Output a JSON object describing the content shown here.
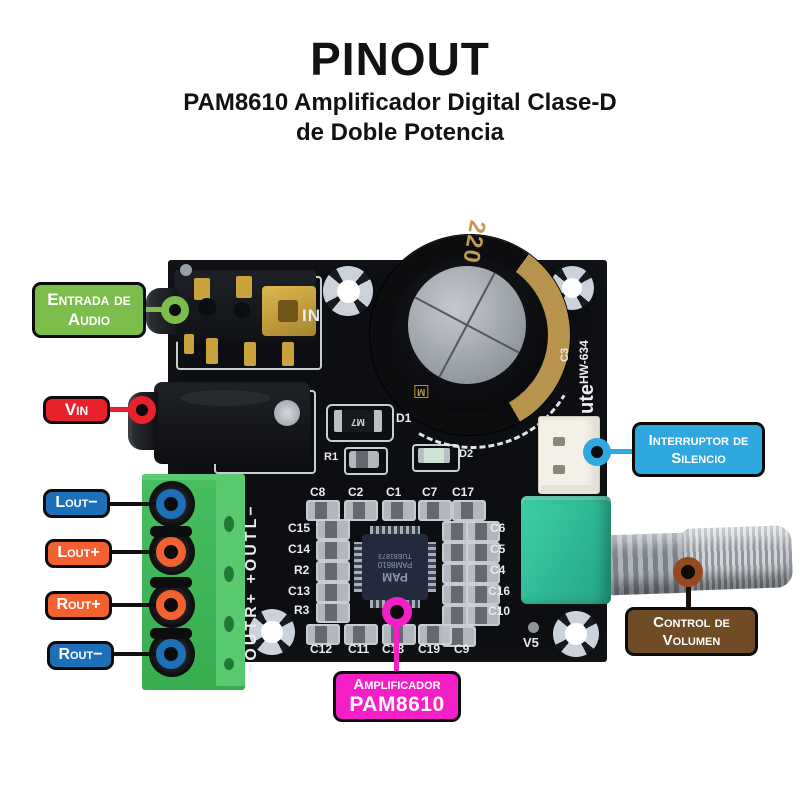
{
  "header": {
    "title": "PINOUT",
    "subtitle_line1": "PAM8610 Amplificador Digital Clase-D",
    "subtitle_line2": "de Doble Potencia"
  },
  "callouts": {
    "audio": {
      "label": "Entrada de Audio",
      "color": "#7CBE4B"
    },
    "vin": {
      "label": "Vin",
      "color": "#E8212B"
    },
    "lout_minus": {
      "label": "Lout−",
      "color": "#1D70B7"
    },
    "lout_plus": {
      "label": "Lout+",
      "color": "#F2612F"
    },
    "rout_plus": {
      "label": "Rout+",
      "color": "#F2612F"
    },
    "rout_minus": {
      "label": "Rout−",
      "color": "#1D70B7"
    },
    "mute": {
      "label": "Interruptor de Silencio",
      "color": "#2FA8E0"
    },
    "volume": {
      "label": "Control de Volumen",
      "color": "#6F4C26"
    },
    "amp": {
      "label": "Amplificador",
      "sublabel": "PAM8610",
      "color": "#F41FC6"
    }
  },
  "board": {
    "model": "HW-634",
    "in_label": "IN",
    "mute_silk": "ute",
    "c3_label": "C3",
    "v5_label": "V5",
    "cap_value": "220",
    "cap_polarity": "M",
    "diode_marking": "M7",
    "output_silk": "−OUTR+  +OUTL−",
    "chip": {
      "brand": "PAM",
      "part": "PAM8610",
      "lot": "TUE81873"
    },
    "refs": {
      "c8": "C8",
      "c2": "C2",
      "c1": "C1",
      "c7": "C7",
      "c17": "C17",
      "c15": "C15",
      "c14": "C14",
      "r2": "R2",
      "c13": "C13",
      "r3": "R3",
      "c6": "C6",
      "c5": "C5",
      "c4": "C4",
      "c16": "C16",
      "c10": "C10",
      "c12": "C12",
      "c11": "C11",
      "c18": "C18",
      "c19": "C19",
      "c9": "C9",
      "r1": "R1",
      "d1": "D1",
      "d2": "D2"
    }
  }
}
